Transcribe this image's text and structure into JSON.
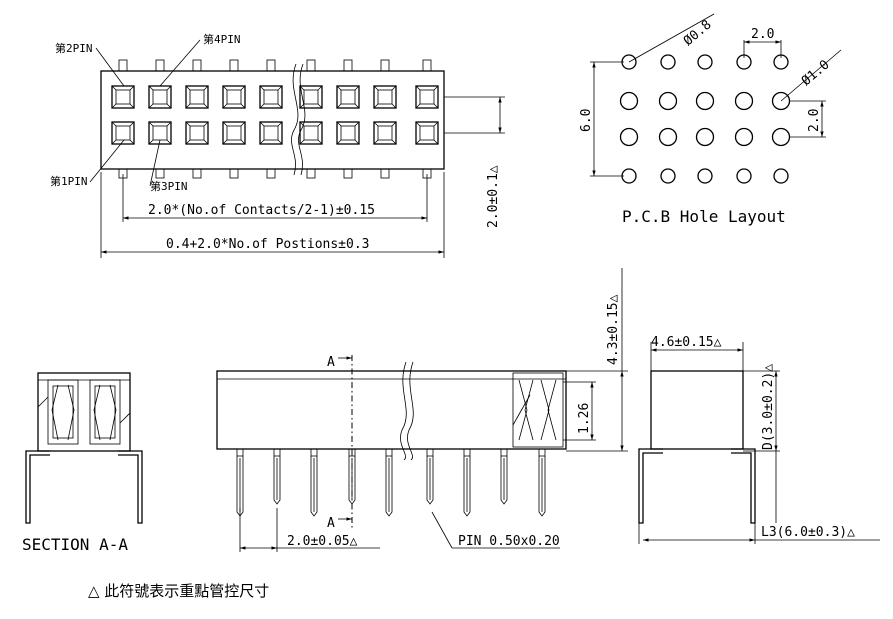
{
  "top_view": {
    "pin2_label": "第2PIN",
    "pin4_label": "第4PIN",
    "pin1_label": "第1PIN",
    "pin3_label": "第3PIN",
    "contacts_dim": "2.0*(No.of Contacts/2-1)±0.15",
    "positions_dim": "0.4+2.0*No.of Postions±0.3",
    "row_pitch_dim": "2.0±0.1△"
  },
  "pcb_layout": {
    "hole_dia_small": "Ø0.8",
    "hole_dia_large": "Ø1.0",
    "pitch_x": "2.0",
    "pitch_y": "2.0",
    "height_dim": "6.0",
    "title": "P.C.B Hole Layout"
  },
  "section": {
    "label": "SECTION A-A"
  },
  "front_view": {
    "section_mark_top": "A",
    "section_mark_bottom": "A",
    "pitch_dim": "2.0±0.05△",
    "pin_dim": "PIN 0.50x0.20",
    "height_dim": "4.3±0.15△",
    "inner_dim": "1.26"
  },
  "side_view": {
    "width_dim": "4.6±0.15△",
    "depth_dim": "D(3.0±0.2)△",
    "tail_dim": "L3(6.0±0.3)△"
  },
  "legend": {
    "note": "△ 此符號表示重點管控尺寸"
  }
}
